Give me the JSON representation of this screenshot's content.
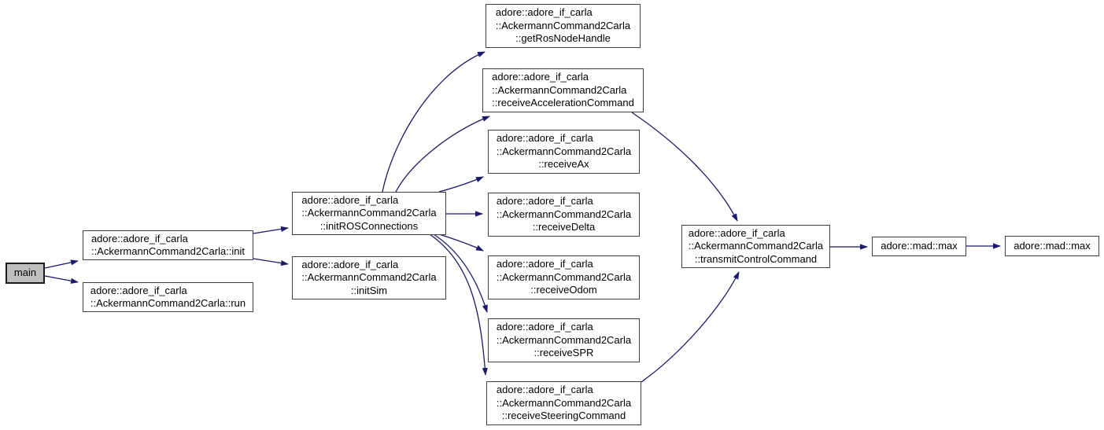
{
  "diagram": {
    "type": "call-graph",
    "colors": {
      "edge": "#191970",
      "node_border": "#404040",
      "node_fill": "#ffffff",
      "highlight_node_fill": "#bfbfbf",
      "text": "#000000"
    },
    "nodes": [
      {
        "id": "main",
        "highlighted": true,
        "lines": [
          "main"
        ]
      },
      {
        "id": "init",
        "lines": [
          "adore::adore_if_carla",
          "::AckermannCommand2Carla::init"
        ]
      },
      {
        "id": "run",
        "lines": [
          "adore::adore_if_carla",
          "::AckermannCommand2Carla::run"
        ]
      },
      {
        "id": "initROSConnections",
        "lines": [
          "adore::adore_if_carla",
          "::AckermannCommand2Carla",
          "::initROSConnections"
        ]
      },
      {
        "id": "initSim",
        "lines": [
          "adore::adore_if_carla",
          "::AckermannCommand2Carla",
          "::initSim"
        ]
      },
      {
        "id": "getRosNodeHandle",
        "lines": [
          "adore::adore_if_carla",
          "::AckermannCommand2Carla",
          "::getRosNodeHandle"
        ]
      },
      {
        "id": "receiveAccelerationCommand",
        "lines": [
          "adore::adore_if_carla",
          "::AckermannCommand2Carla",
          "::receiveAccelerationCommand"
        ]
      },
      {
        "id": "receiveAx",
        "lines": [
          "adore::adore_if_carla",
          "::AckermannCommand2Carla",
          "::receiveAx"
        ]
      },
      {
        "id": "receiveDelta",
        "lines": [
          "adore::adore_if_carla",
          "::AckermannCommand2Carla",
          "::receiveDelta"
        ]
      },
      {
        "id": "receiveOdom",
        "lines": [
          "adore::adore_if_carla",
          "::AckermannCommand2Carla",
          "::receiveOdom"
        ]
      },
      {
        "id": "receiveSPR",
        "lines": [
          "adore::adore_if_carla",
          "::AckermannCommand2Carla",
          "::receiveSPR"
        ]
      },
      {
        "id": "receiveSteeringCommand",
        "lines": [
          "adore::adore_if_carla",
          "::AckermannCommand2Carla",
          "::receiveSteeringCommand"
        ]
      },
      {
        "id": "transmitControlCommand",
        "lines": [
          "adore::adore_if_carla",
          "::AckermannCommand2Carla",
          "::transmitControlCommand"
        ]
      },
      {
        "id": "max1",
        "lines": [
          "adore::mad::max"
        ]
      },
      {
        "id": "max2",
        "lines": [
          "adore::mad::max"
        ]
      }
    ],
    "edges": [
      {
        "from": "main",
        "to": "init"
      },
      {
        "from": "main",
        "to": "run"
      },
      {
        "from": "init",
        "to": "initROSConnections"
      },
      {
        "from": "init",
        "to": "initSim"
      },
      {
        "from": "initROSConnections",
        "to": "getRosNodeHandle"
      },
      {
        "from": "initROSConnections",
        "to": "receiveAccelerationCommand"
      },
      {
        "from": "initROSConnections",
        "to": "receiveAx"
      },
      {
        "from": "initROSConnections",
        "to": "receiveDelta"
      },
      {
        "from": "initROSConnections",
        "to": "receiveOdom"
      },
      {
        "from": "initROSConnections",
        "to": "receiveSPR"
      },
      {
        "from": "initROSConnections",
        "to": "receiveSteeringCommand"
      },
      {
        "from": "receiveAccelerationCommand",
        "to": "transmitControlCommand"
      },
      {
        "from": "receiveSteeringCommand",
        "to": "transmitControlCommand"
      },
      {
        "from": "transmitControlCommand",
        "to": "max1"
      },
      {
        "from": "max1",
        "to": "max2"
      }
    ]
  }
}
